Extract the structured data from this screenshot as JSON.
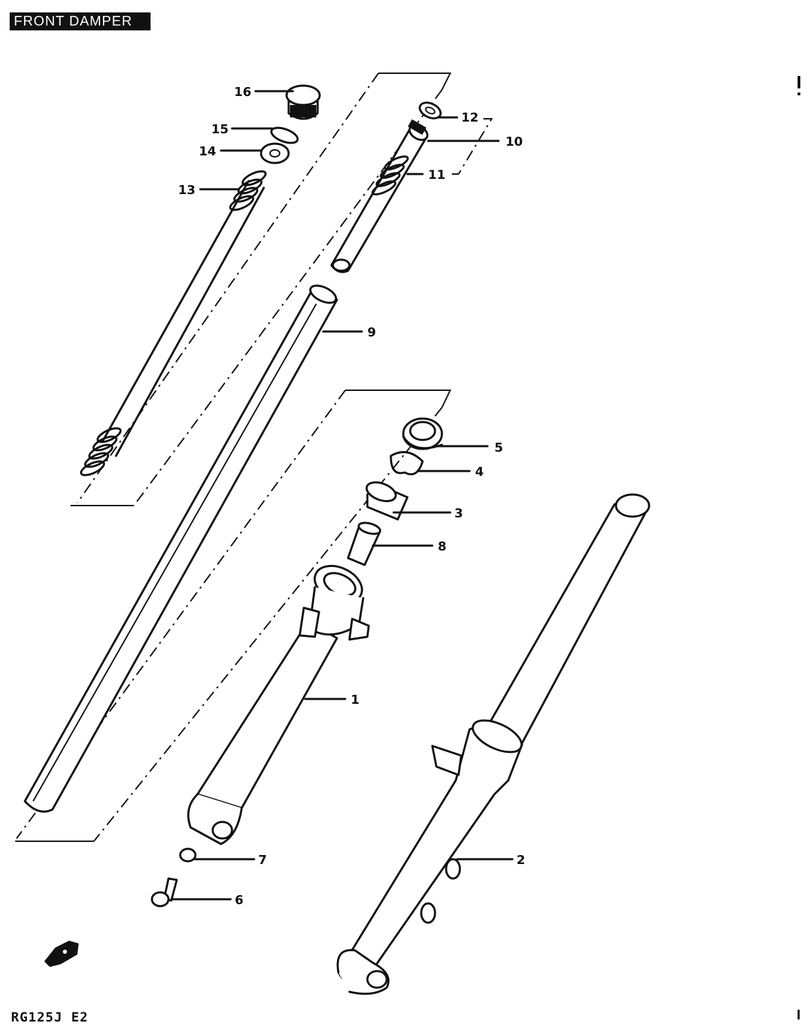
{
  "title": "FRONT DAMPER",
  "model_code": "RG125J  E2",
  "parts": [
    {
      "number": "1",
      "name": "outer-tube-right"
    },
    {
      "number": "2",
      "name": "outer-tube-left"
    },
    {
      "number": "3",
      "name": "oil-seal"
    },
    {
      "number": "4",
      "name": "circlip"
    },
    {
      "number": "5",
      "name": "dust-seal"
    },
    {
      "number": "6",
      "name": "bolt"
    },
    {
      "number": "7",
      "name": "gasket"
    },
    {
      "number": "8",
      "name": "oil-lock-piece"
    },
    {
      "number": "9",
      "name": "inner-tube"
    },
    {
      "number": "10",
      "name": "cylinder"
    },
    {
      "number": "11",
      "name": "rebound-spring"
    },
    {
      "number": "12",
      "name": "ring"
    },
    {
      "number": "13",
      "name": "spring"
    },
    {
      "number": "14",
      "name": "spacer"
    },
    {
      "number": "15",
      "name": "o-ring"
    },
    {
      "number": "16",
      "name": "cap-bolt"
    }
  ],
  "icons": {
    "front": "front-direction-arrow-icon"
  }
}
